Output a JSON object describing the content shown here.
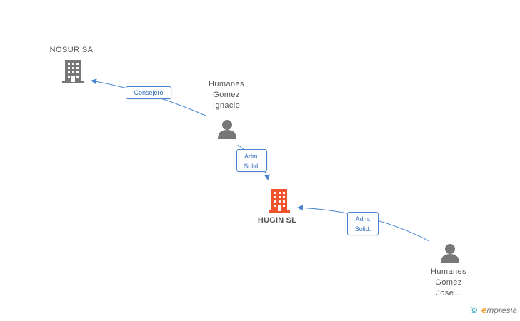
{
  "nodes": {
    "nosur": {
      "label": "NOSUR SA",
      "type": "company",
      "color": "#777777"
    },
    "person1": {
      "line1": "Humanes",
      "line2": "Gomez",
      "line3": "Ignacio",
      "type": "person",
      "color": "#777777"
    },
    "hugin": {
      "label": "HUGIN SL",
      "type": "company",
      "color": "#f0542d"
    },
    "person2": {
      "line1": "Humanes",
      "line2": "Gomez",
      "line3": "Jose...",
      "type": "person",
      "color": "#777777"
    }
  },
  "edges": {
    "consejero": {
      "label": "Consejero",
      "from": "Humanes Gomez Ignacio",
      "to": "NOSUR SA"
    },
    "adm1": {
      "line1": "Adm.",
      "line2": "Solid.",
      "from": "Humanes Gomez Ignacio",
      "to": "HUGIN SL"
    },
    "adm2": {
      "line1": "Adm.",
      "line2": "Solid.",
      "from": "Humanes Gomez Jose...",
      "to": "HUGIN SL"
    }
  },
  "colors": {
    "edge": "#4a86d0",
    "company": "#777777",
    "focus_company": "#f0542d",
    "person": "#777777"
  },
  "icons": {
    "company": "building-icon",
    "person": "person-icon"
  },
  "brand": {
    "copyright": "©",
    "initial": "e",
    "rest": "mpresia"
  }
}
